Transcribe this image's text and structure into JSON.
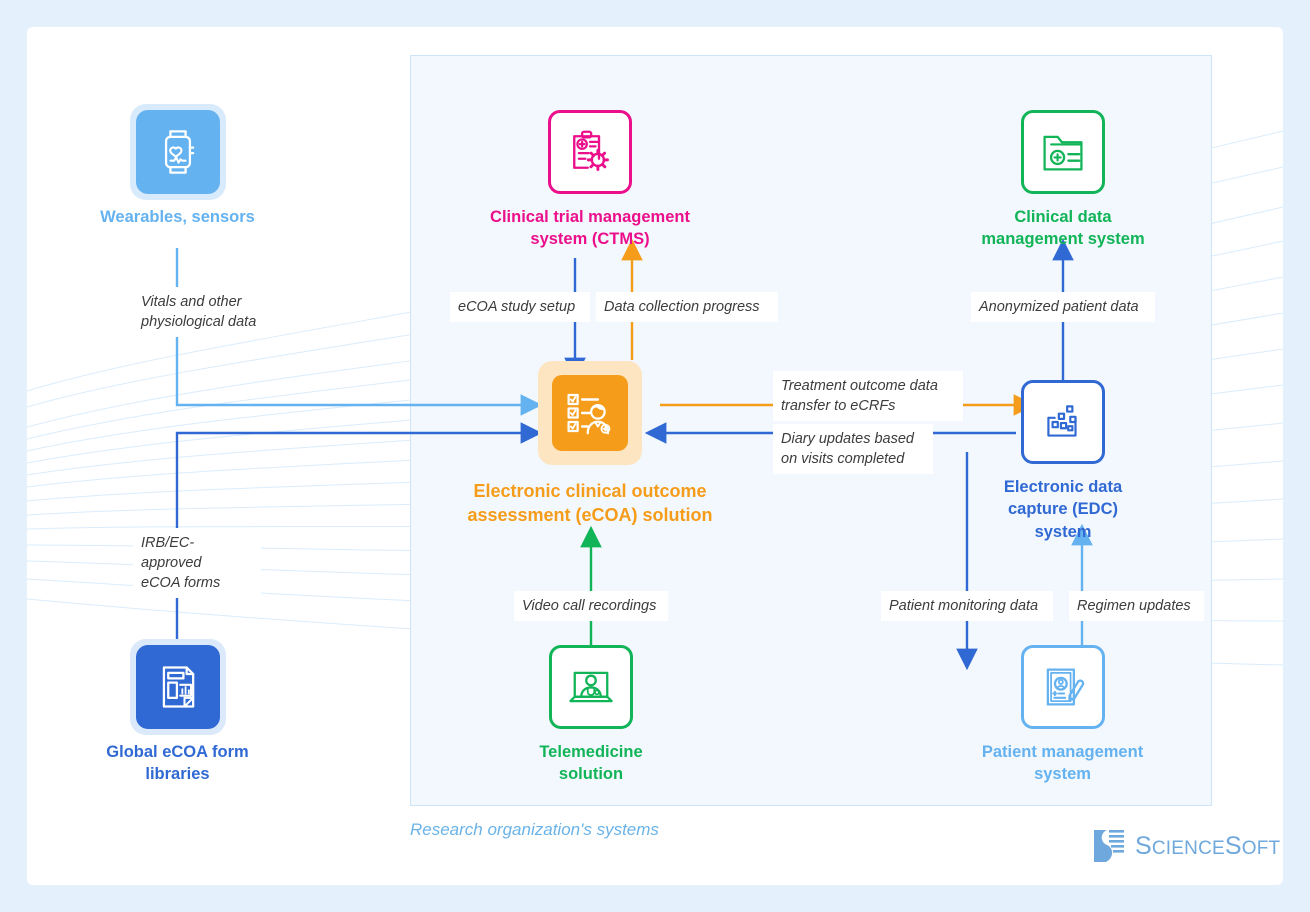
{
  "colors": {
    "page_bg": "#e4f1fd",
    "card_bg": "#ffffff",
    "panel_bg": "#f2f8fe",
    "panel_border": "#cfe4f7",
    "light_blue": "#64b2f0",
    "blue": "#2f6fd0",
    "royal_blue": "#3069d3",
    "orange": "#f59c1a",
    "pink": "#ec0f8c",
    "green": "#11b457",
    "label_text": "#3c3c3c",
    "logo_blue": "#6fa8dc"
  },
  "panel": {
    "title": "Research organization's systems"
  },
  "nodes": {
    "wearables": {
      "label": "Wearables, sensors",
      "icon": "smartwatch-icon",
      "color": "#64b2f0"
    },
    "form_libraries": {
      "label": "Global eCOA form\nlibraries",
      "icon": "document-form-icon",
      "color": "#3069d3"
    },
    "ctms": {
      "label": "Clinical trial management\nsystem (CTMS)",
      "icon": "clipboard-gear-icon",
      "color": "#ec0f8c"
    },
    "ecoa": {
      "label": "Electronic clinical outcome\nassessment (eCOA) solution",
      "icon": "checklist-clinician-icon",
      "color": "#f59c1a"
    },
    "cdms": {
      "label": "Clinical data\nmanagement system",
      "icon": "folder-plus-icon",
      "color": "#11b457"
    },
    "edc": {
      "label": "Electronic data\ncapture (EDC)\nsystem",
      "icon": "data-capture-icon",
      "color": "#3069d3"
    },
    "telemedicine": {
      "label": "Telemedicine\nsolution",
      "icon": "video-consult-icon",
      "color": "#11b457"
    },
    "patient_management": {
      "label": "Patient management\nsystem",
      "icon": "patient-record-pencil-icon",
      "color": "#64b2f0"
    }
  },
  "edge_labels": {
    "vitals": "Vitals and other\nphysiological data",
    "irb_forms": "IRB/EC-approved\neCOA forms",
    "ecoa_setup": "eCOA study setup",
    "data_progress": "Data collection progress",
    "anonymized": "Anonymized patient data",
    "treatment_outcome": "Treatment outcome data\ntransfer to eCRFs",
    "diary_updates": "Diary updates based\non visits completed",
    "video_recordings": "Video call recordings",
    "patient_monitoring": "Patient monitoring data",
    "regimen_updates": "Regimen updates"
  },
  "logo": {
    "science": "S",
    "science_rest": "CIENCE",
    "soft": "S",
    "soft_rest": "OFT",
    "full": "ScienceSoft"
  }
}
